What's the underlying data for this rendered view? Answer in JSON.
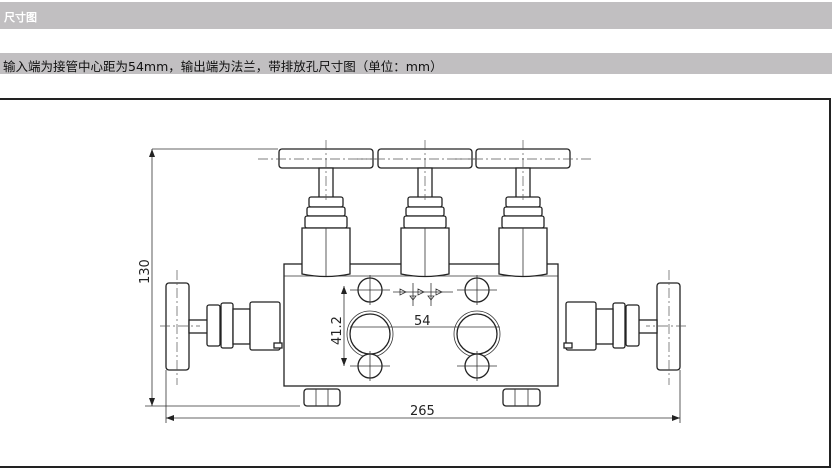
{
  "section_title": "尺寸图",
  "subtitle": "输入端为接管中心距为54mm，输出端为法兰，带排放孔尺寸图（单位：mm）",
  "drawing": {
    "dimensions": {
      "height": "130",
      "width": "265",
      "port_spacing_vertical": "41.2",
      "port_spacing_horizontal": "54"
    }
  }
}
